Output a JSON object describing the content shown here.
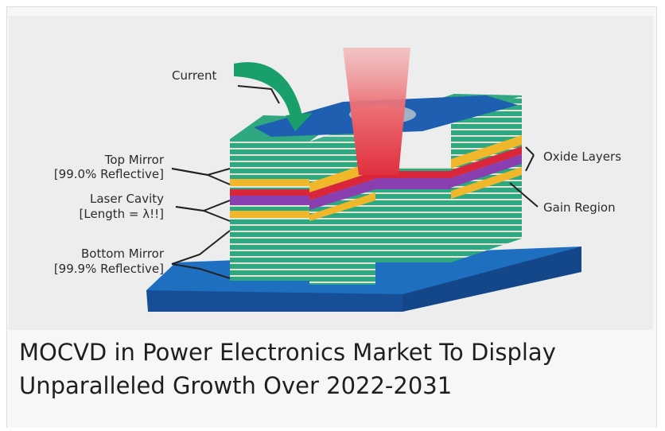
{
  "diagram": {
    "labels": {
      "current": "Current",
      "top_mirror_line1": "Top Mirror",
      "top_mirror_line2": "[99.0% Reflective]",
      "laser_cavity_line1": "Laser Cavity",
      "laser_cavity_line2": "[Length = λ!!]",
      "bottom_mirror_line1": "Bottom Mirror",
      "bottom_mirror_line2": "[99.9% Reflective]",
      "oxide_layers": "Oxide Layers",
      "gain_region": "Gain Region"
    },
    "colors": {
      "mirror": "#2fa881",
      "mirror_stripe": "#dfe6d6",
      "substrate_top": "#1e6fc0",
      "substrate_side": "#164f96",
      "oxide": "#f0b72a",
      "gain": "#8a3fb0",
      "cavity": "#d9263a",
      "beam": "#e8545e",
      "contact": "#1f5fb1",
      "current_arrow": "#19a06a"
    }
  },
  "caption": {
    "line1": "MOCVD in Power Electronics Market To Display",
    "line2": "Unparalleled Growth Over 2022-2031"
  }
}
